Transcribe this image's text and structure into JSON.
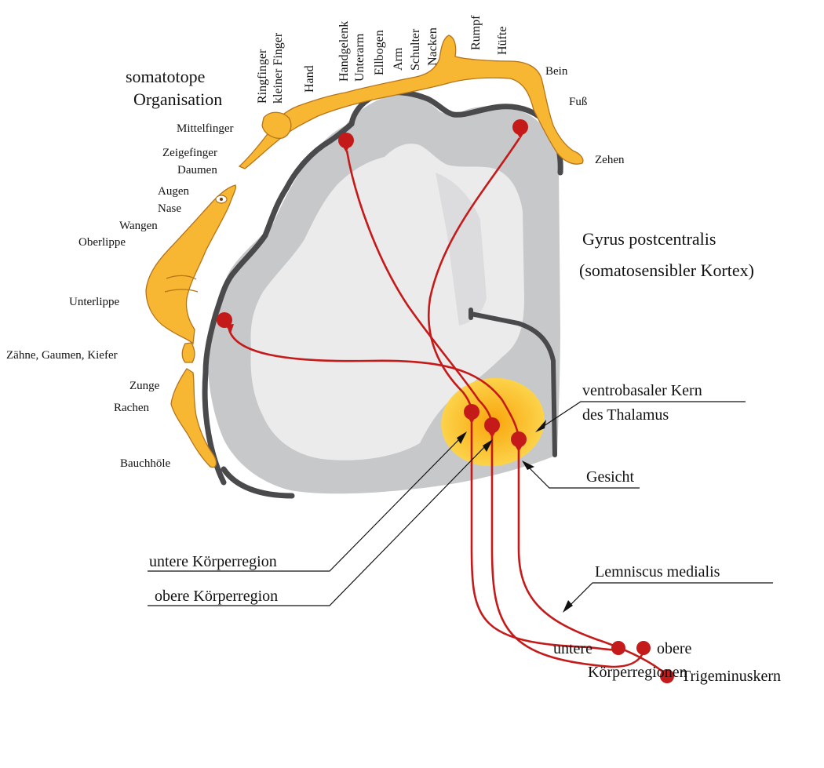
{
  "title": {
    "line1": "somatotope",
    "line2": "Organisation"
  },
  "body_labels": {
    "ringfinger": "Ringfinger",
    "kleiner_finger": "kleiner Finger",
    "hand": "Hand",
    "handgelenk": "Handgelenk",
    "unterarm": "Unterarm",
    "ellbogen": "Ellbogen",
    "arm": "Arm",
    "schulter": "Schulter",
    "nacken": "Nacken",
    "rumpf": "Rumpf",
    "huefte": "Hüfte",
    "bein": "Bein",
    "fuss": "Fuß",
    "zehen": "Zehen",
    "mittelfinger": "Mittelfinger",
    "zeigefinger": "Zeigefinger",
    "daumen": "Daumen",
    "augen": "Augen",
    "nase": "Nase",
    "wangen": "Wangen",
    "oberlippe": "Oberlippe",
    "unterlippe": "Unterlippe",
    "zaehne": "Zähne, Gaumen, Kiefer",
    "zunge": "Zunge",
    "rachen": "Rachen",
    "bauchhoele": "Bauchhöle"
  },
  "structure_labels": {
    "gyrus_line1": "Gyrus postcentralis",
    "gyrus_line2": "(somatosensibler Kortex)",
    "vb_line1": "ventrobasaler Kern",
    "vb_line2": "des Thalamus",
    "gesicht": "Gesicht",
    "untere_region": "untere Körperregion",
    "obere_region": "obere Körperregion",
    "lemniscus": "Lemniscus medialis",
    "trigeminus": "Trigeminuskern",
    "untere": "untere",
    "obere": "obere",
    "koerperregionen": "Körperregionen"
  },
  "colors": {
    "pathway": "#c41a1a",
    "homunculus": "#f7b733",
    "cortex_gray": "#c7c8ca",
    "white_matter": "#ebebec",
    "thalamus": "#f8b814"
  }
}
